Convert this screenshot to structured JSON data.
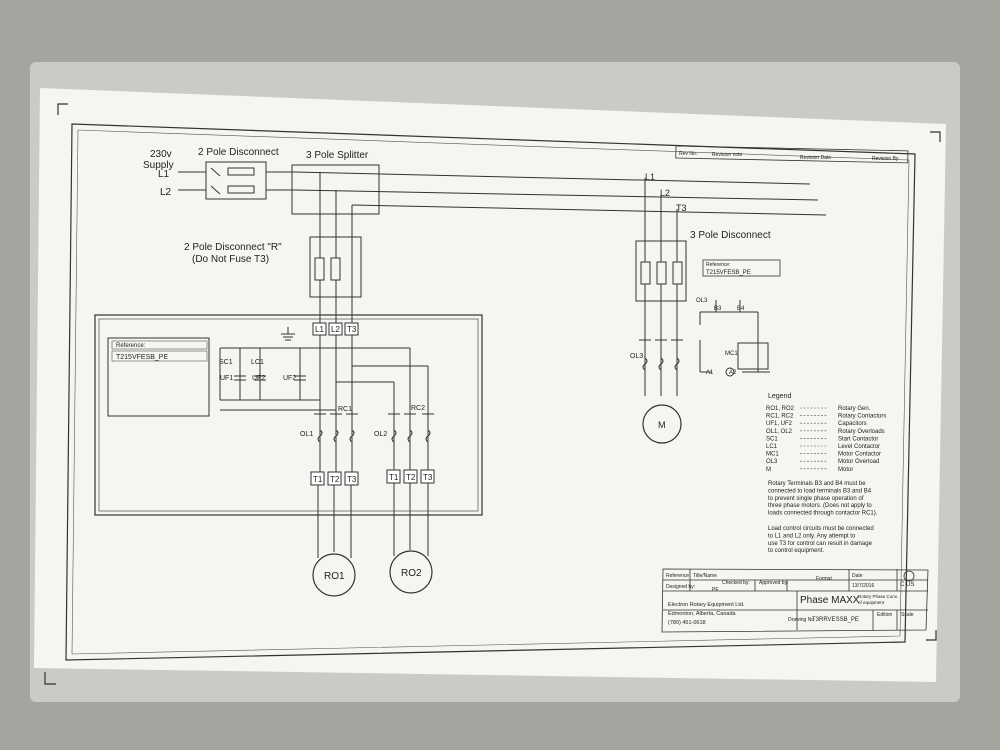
{
  "supply": {
    "voltage": "230v",
    "label": "Supply",
    "l1": "L1",
    "l2": "L2"
  },
  "titles": {
    "two_pole": "2 Pole Disconnect",
    "three_pole_splitter": "3 Pole Splitter",
    "two_pole_r": "2 Pole Disconnect \"R\"",
    "do_not_fuse": "(Do Not Fuse T3)",
    "three_pole_disconnect": "3 Pole Disconnect"
  },
  "lines": {
    "l1": "L1",
    "l2": "L2",
    "t3": "T3"
  },
  "panel": {
    "reference_label": "Reference:",
    "reference_value": "T215VFESB_PE",
    "terminals_top": [
      "L1",
      "L2",
      "T3"
    ],
    "caps": [
      "SC1",
      "LC1",
      "UF1",
      "UF2",
      "UF2"
    ],
    "rc1": "RC1",
    "rc2": "RC2",
    "ol1": "OL1",
    "ol2": "OL2",
    "terminals_bottom_1": [
      "T1",
      "T2",
      "T3"
    ],
    "terminals_bottom_2": [
      "T1",
      "T2",
      "T3"
    ]
  },
  "motors": {
    "ro1": "RO1",
    "ro2": "RO2",
    "m": "M"
  },
  "right_ref": {
    "label": "Reference:",
    "value": "T215VFESB_PE"
  },
  "control": {
    "ol3": "OL3",
    "ol3_b": "OL3",
    "mc1": "MC1",
    "a1": "A1",
    "a2": "A2",
    "b3": "B3",
    "b4": "B4"
  },
  "legend": {
    "title": "Legend",
    "items": [
      {
        "code": "RO1, RO2",
        "desc": "Rotary Gen."
      },
      {
        "code": "RC1, RC2",
        "desc": "Rotary Contactors"
      },
      {
        "code": "UF1, UF2",
        "desc": "Capacitors"
      },
      {
        "code": "OL1, OL2",
        "desc": "Rotary Overloads"
      },
      {
        "code": "SC1",
        "desc": "Start Contactor"
      },
      {
        "code": "LC1",
        "desc": "Level Contactor"
      },
      {
        "code": "MC1",
        "desc": "Motor Contactor"
      },
      {
        "code": "OL3",
        "desc": "Motor Overload"
      },
      {
        "code": "M",
        "desc": "Motor"
      }
    ]
  },
  "notes": {
    "n1": [
      "Rotary Terminals B3 and B4 must be",
      "connected to load terminals B3 and B4",
      "to prevent single phase operation of",
      "three phase motors. (Does not apply to",
      "loads connected through contactor RC1)."
    ],
    "n2": [
      "Load control circuits must be connected",
      "to L1 and L2 only. Any attempt to",
      "use T3 for control can result in damage",
      "to control equipment."
    ]
  },
  "revision": {
    "rev_no": "Rev No.",
    "rev_note": "Revision note",
    "rev_date": "Revision Date",
    "rev_by": "Revision By"
  },
  "title_block": {
    "reference": "Reference",
    "title_name": "Title/Name",
    "designed_by": "Designed by:",
    "designer": "PE",
    "checked_by": "Checked by:",
    "approved_by": "Approved by:",
    "format": "Format",
    "date_label": "Date",
    "date": "13/7/2016",
    "company": "Electron Rotary Equipment Ltd.",
    "city": "Edmonton, Alberta, Canada",
    "phone": "(780) 451-0618",
    "brand": "Phase MAXX",
    "brand_sub": "Rotary Phase Conv.",
    "brand_sub2": "of equipment",
    "drawing_no_label": "Drawing No",
    "drawing_no": "T3RRVESSB_PE",
    "edition": "Edition",
    "scale": "Scale",
    "csa": "C US"
  },
  "colors": {
    "paper": "#f4f4f1",
    "ink": "#2a2a2a",
    "frame": "#b9bdb6"
  }
}
